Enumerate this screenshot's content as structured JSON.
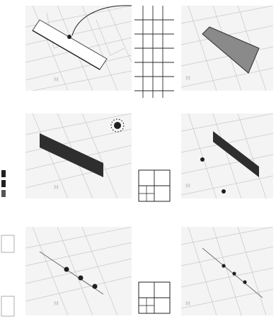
{
  "figure": {
    "panel_marks": [
      "M",
      "M",
      "M",
      "M",
      "M",
      "M"
    ],
    "colors": {
      "paper": "#ffffff",
      "map_bg": "#f4f4f4",
      "map_lines": "#c8c8c8",
      "slab_fill": "#8a8a8a",
      "slab_dark": "#2e2e2e",
      "ink": "#1f1f1f"
    },
    "icons": [
      "arrow-curve-icon",
      "grid-icon",
      "pin-icon",
      "legend-icon"
    ]
  }
}
